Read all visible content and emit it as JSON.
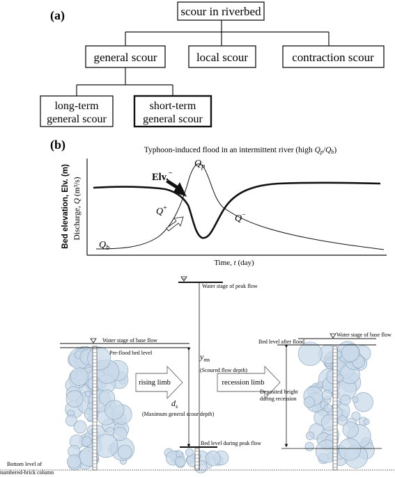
{
  "panel_a": {
    "label": "(a)",
    "root": "scour in riverbed",
    "level1": [
      "general scour",
      "local scour",
      "contraction scour"
    ],
    "level2": [
      {
        "line1": "long-term",
        "line2": "general scour"
      },
      {
        "line1": "short-term",
        "line2": "general scour"
      }
    ]
  },
  "panel_b": {
    "label": "(b)",
    "title_prefix": "Typhoon-induced flood in an intermittent river (high ",
    "title_q1": "Q",
    "title_q1_sub": "p",
    "title_slash": "/",
    "title_q2": "Q",
    "title_q2_sub": "b",
    "title_suffix": ")",
    "ylabel_bold": "Bed elevation, Elv. (m)",
    "ylabel_discharge": "Discharge, ",
    "ylabel_q": "Q",
    "ylabel_units": " (m³/s)",
    "xlabel_prefix": "Time, ",
    "xlabel_t": "t",
    "xlabel_units": " (day)",
    "elv_label": "Elv.",
    "elv_sup": "−",
    "qp_label": "Q",
    "qp_sub": "p",
    "qplus_label": "Q",
    "qplus_sup": "+",
    "qminus_label": "Q",
    "qminus_sup": "−",
    "qb_label": "Q",
    "qb_sub": "b"
  },
  "panel_c": {
    "water_stage_peak": "Water stage of peak flow",
    "water_stage_base": "Water stage of base flow",
    "water_stage_base_right": "Water stage of base flow",
    "bed_level_after": "Bed level after flood",
    "pre_flood_bed": "Pre-flood bed level",
    "yms_symbol": "y",
    "yms_sub": "ms",
    "yms_desc": "(Scoured flow depth)",
    "rising_limb": "rising limb",
    "recession_limb": "recession limb",
    "deposited_line1": "Deposited height",
    "deposited_line2": "during recession",
    "ds_symbol": "d",
    "ds_sub": "s",
    "ds_desc": "(Maximum general scour depth)",
    "bed_peak": "Bed level during peak flow",
    "bottom_line1": "Bottom level of",
    "bottom_line2": "numbered-brick column"
  },
  "colors": {
    "stone_fill": "#c9daea",
    "stone_stroke": "#8fa8bf",
    "ink": "#111111"
  }
}
